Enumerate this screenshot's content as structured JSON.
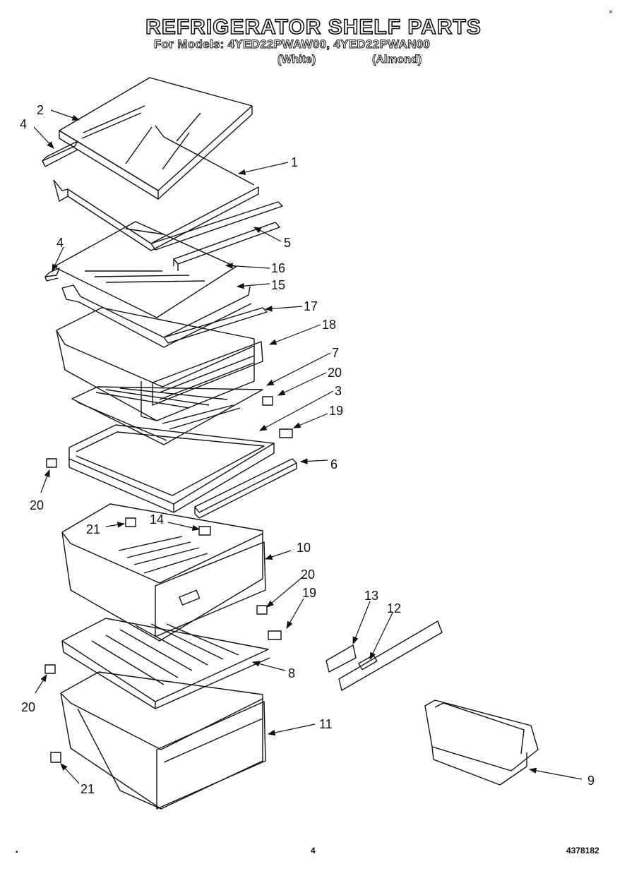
{
  "header": {
    "title": "REFRIGERATOR SHELF PARTS",
    "subtitle": "For Models: 4YED22PWAW00, 4YED22PWAN00",
    "variant_white": "(White)",
    "variant_almond": "(Almond)"
  },
  "callouts": {
    "c1": "1",
    "c2": "2",
    "c3": "3",
    "c4a": "4",
    "c4b": "4",
    "c5": "5",
    "c6": "6",
    "c7": "7",
    "c8": "8",
    "c9": "9",
    "c10": "10",
    "c11": "11",
    "c12": "12",
    "c13": "13",
    "c14": "14",
    "c15": "15",
    "c16": "16",
    "c17": "17",
    "c18": "18",
    "c19a": "19",
    "c19b": "19",
    "c20a": "20",
    "c20b": "20",
    "c20c": "20",
    "c20d": "20",
    "c21a": "21",
    "c21b": "21"
  },
  "footer": {
    "page_number": "4",
    "doc_number": "4378182"
  },
  "marks": {
    "top_right": "×",
    "bottom_left": "▪"
  }
}
